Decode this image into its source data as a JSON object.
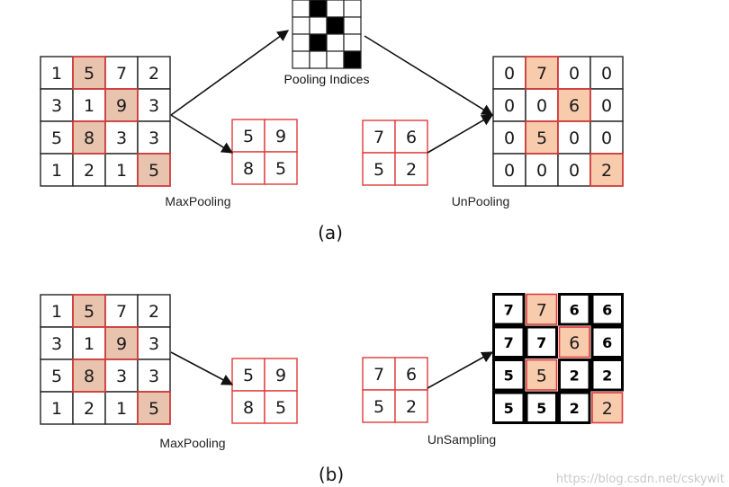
{
  "colors": {
    "border": "#222222",
    "red": "#e03a3a",
    "highlight": "#f8cbad",
    "highlight_dark": "#e8c4ae",
    "black_cell": "#000000"
  },
  "panel_a": {
    "input": [
      [
        1,
        5,
        7,
        2
      ],
      [
        3,
        1,
        9,
        3
      ],
      [
        5,
        8,
        3,
        3
      ],
      [
        1,
        2,
        1,
        5
      ]
    ],
    "input_highlights": [
      [
        0,
        1
      ],
      [
        1,
        2
      ],
      [
        2,
        1
      ],
      [
        3,
        3
      ]
    ],
    "pooled": [
      [
        5,
        9
      ],
      [
        8,
        5
      ]
    ],
    "pooled2": [
      [
        7,
        6
      ],
      [
        5,
        2
      ]
    ],
    "indices_pattern": [
      [
        0,
        1,
        0,
        0
      ],
      [
        0,
        0,
        1,
        0
      ],
      [
        0,
        1,
        0,
        0
      ],
      [
        0,
        0,
        0,
        1
      ]
    ],
    "indices_label": "Pooling Indices",
    "output": [
      [
        0,
        7,
        0,
        0
      ],
      [
        0,
        0,
        6,
        0
      ],
      [
        0,
        5,
        0,
        0
      ],
      [
        0,
        0,
        0,
        2
      ]
    ],
    "output_highlights": [
      [
        0,
        1
      ],
      [
        1,
        2
      ],
      [
        2,
        1
      ],
      [
        3,
        3
      ]
    ],
    "caption_left": "MaxPooling",
    "caption_right": "UnPooling",
    "label": "(a)"
  },
  "panel_b": {
    "input": [
      [
        1,
        5,
        7,
        2
      ],
      [
        3,
        1,
        9,
        3
      ],
      [
        5,
        8,
        3,
        3
      ],
      [
        1,
        2,
        1,
        5
      ]
    ],
    "input_highlights": [
      [
        0,
        1
      ],
      [
        1,
        2
      ],
      [
        2,
        1
      ],
      [
        3,
        3
      ]
    ],
    "pooled": [
      [
        5,
        9
      ],
      [
        8,
        5
      ]
    ],
    "pooled2": [
      [
        7,
        6
      ],
      [
        5,
        2
      ]
    ],
    "output": [
      [
        7,
        7,
        6,
        6
      ],
      [
        7,
        7,
        6,
        6
      ],
      [
        5,
        5,
        2,
        2
      ],
      [
        5,
        5,
        2,
        2
      ]
    ],
    "output_highlights": [
      [
        0,
        1
      ],
      [
        1,
        2
      ],
      [
        2,
        1
      ],
      [
        3,
        3
      ]
    ],
    "caption_left": "MaxPooling",
    "caption_right": "UnSampling",
    "label": "(b)"
  },
  "watermark": "https://blog.csdn.net/cskywit"
}
